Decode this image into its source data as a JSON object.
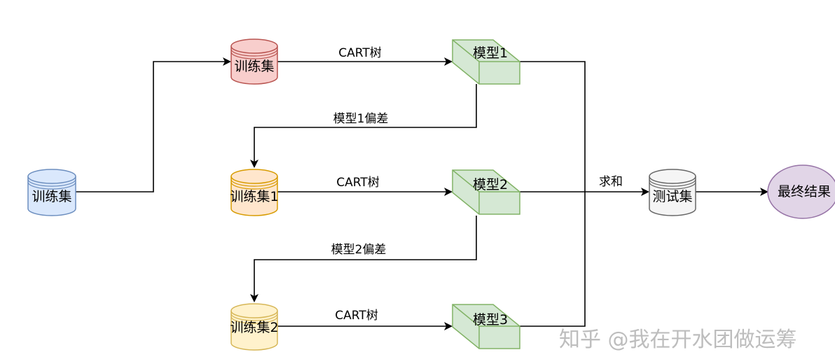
{
  "colors": {
    "db_blue_fill": "#dae8fc",
    "db_blue_stroke": "#6c8ebf",
    "db_red_fill": "#f8cecc",
    "db_red_stroke": "#b85450",
    "db_orange_fill": "#ffe6cc",
    "db_orange_stroke": "#d79b00",
    "db_yellow_fill": "#fff2cc",
    "db_yellow_stroke": "#d6b656",
    "db_gray_fill": "#f5f5f5",
    "db_gray_stroke": "#666666",
    "model_fill": "#d5e8d4",
    "model_stroke": "#82b366",
    "result_fill": "#e1d5e7",
    "result_stroke": "#9673a6",
    "edge": "#000000"
  },
  "nodes": {
    "train_set_main": "训练集",
    "train_set_top": "训练集",
    "train_set_1": "训练集1",
    "train_set_2": "训练集2",
    "model_1": "模型1",
    "model_2": "模型2",
    "model_3": "模型3",
    "test_set": "测试集",
    "final_result": "最终结果"
  },
  "edges": {
    "cart_tree_1": "CART树",
    "cart_tree_2": "CART树",
    "cart_tree_3": "CART树",
    "model1_bias": "模型1偏差",
    "model2_bias": "模型2偏差",
    "sum": "求和"
  },
  "watermark": "知乎 @我在开水团做运筹"
}
